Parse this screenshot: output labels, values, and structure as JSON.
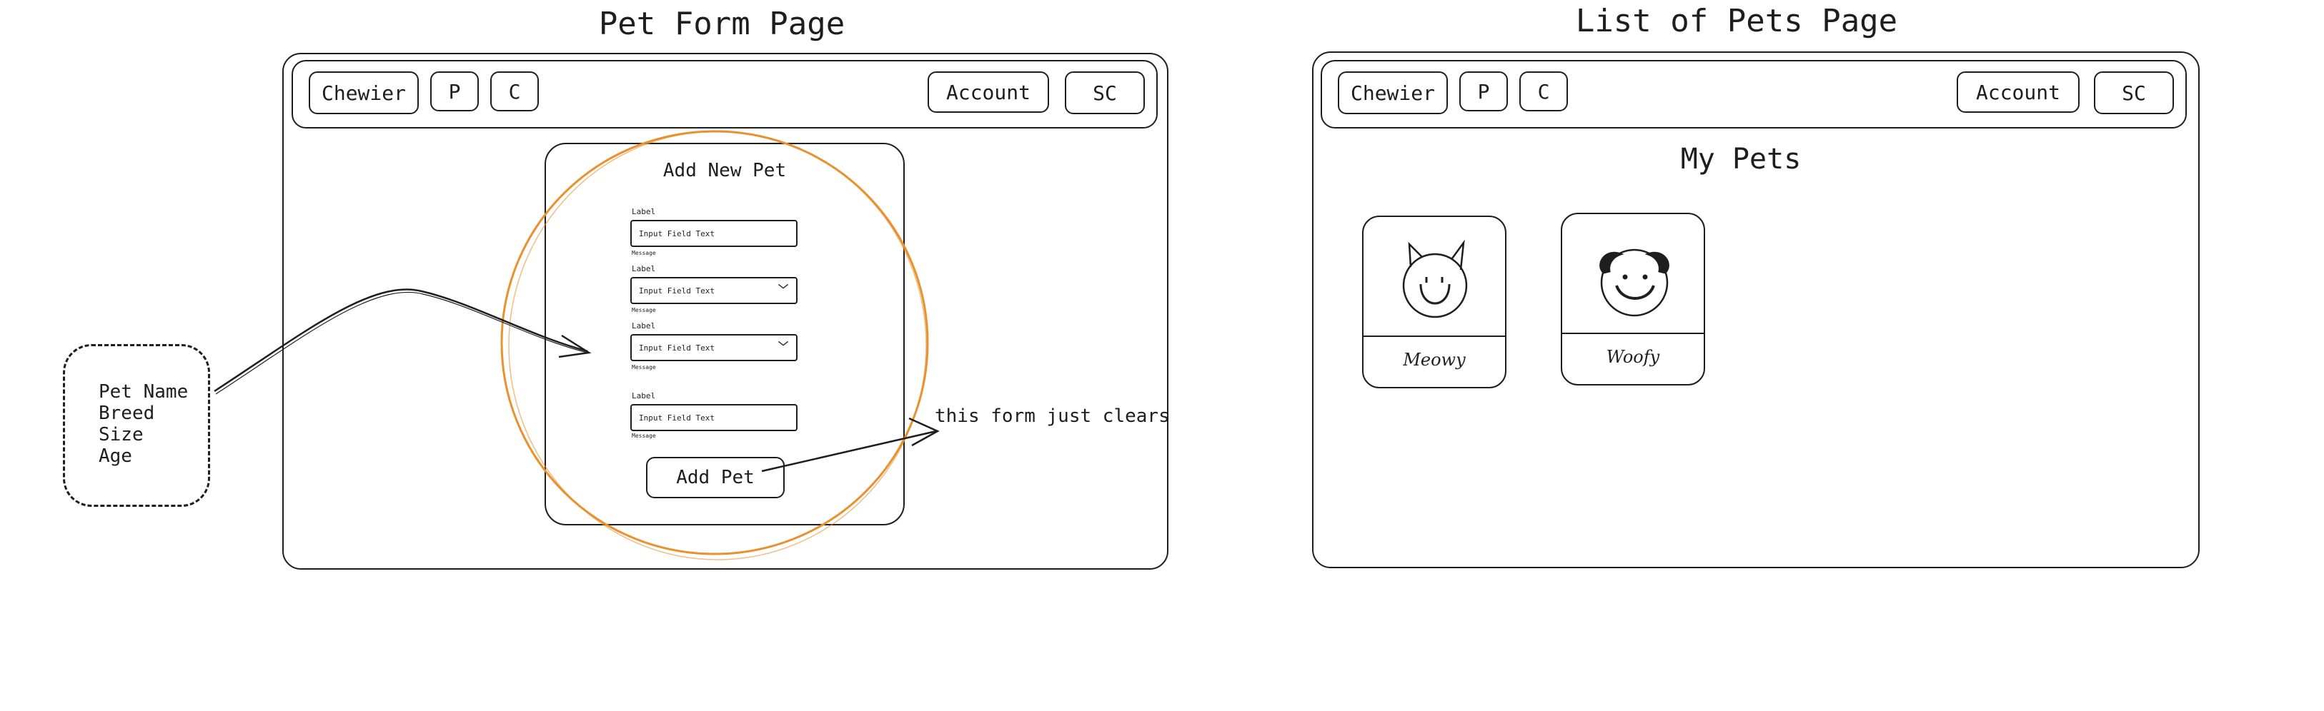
{
  "form_page": {
    "title": "Pet Form Page",
    "navbar": {
      "brand": "Chewier",
      "btn_p": "P",
      "btn_c": "C",
      "account": "Account",
      "sc": "SC"
    },
    "form": {
      "heading": "Add New Pet",
      "fields": [
        {
          "label": "Label",
          "placeholder": "Input Field Text",
          "message": "Message",
          "dropdown": false
        },
        {
          "label": "Label",
          "placeholder": "Input Field Text",
          "message": "Message",
          "dropdown": true
        },
        {
          "label": "Label",
          "placeholder": "Input Field Text",
          "message": "Message",
          "dropdown": true
        },
        {
          "label": "Label",
          "placeholder": "Input Field Text",
          "message": "Message",
          "dropdown": false
        }
      ],
      "submit": "Add Pet"
    },
    "annotation": "this form just clears",
    "field_list": [
      "Pet Name",
      "Breed",
      "Size",
      "Age"
    ],
    "highlight_color": "#e8912e"
  },
  "list_page": {
    "title": "List of Pets Page",
    "navbar": {
      "brand": "Chewier",
      "btn_p": "P",
      "btn_c": "C",
      "account": "Account",
      "sc": "SC"
    },
    "heading": "My Pets",
    "pets": [
      {
        "name": "Meowy",
        "icon": "cat-face-icon"
      },
      {
        "name": "Woofy",
        "icon": "dog-face-icon"
      }
    ]
  }
}
